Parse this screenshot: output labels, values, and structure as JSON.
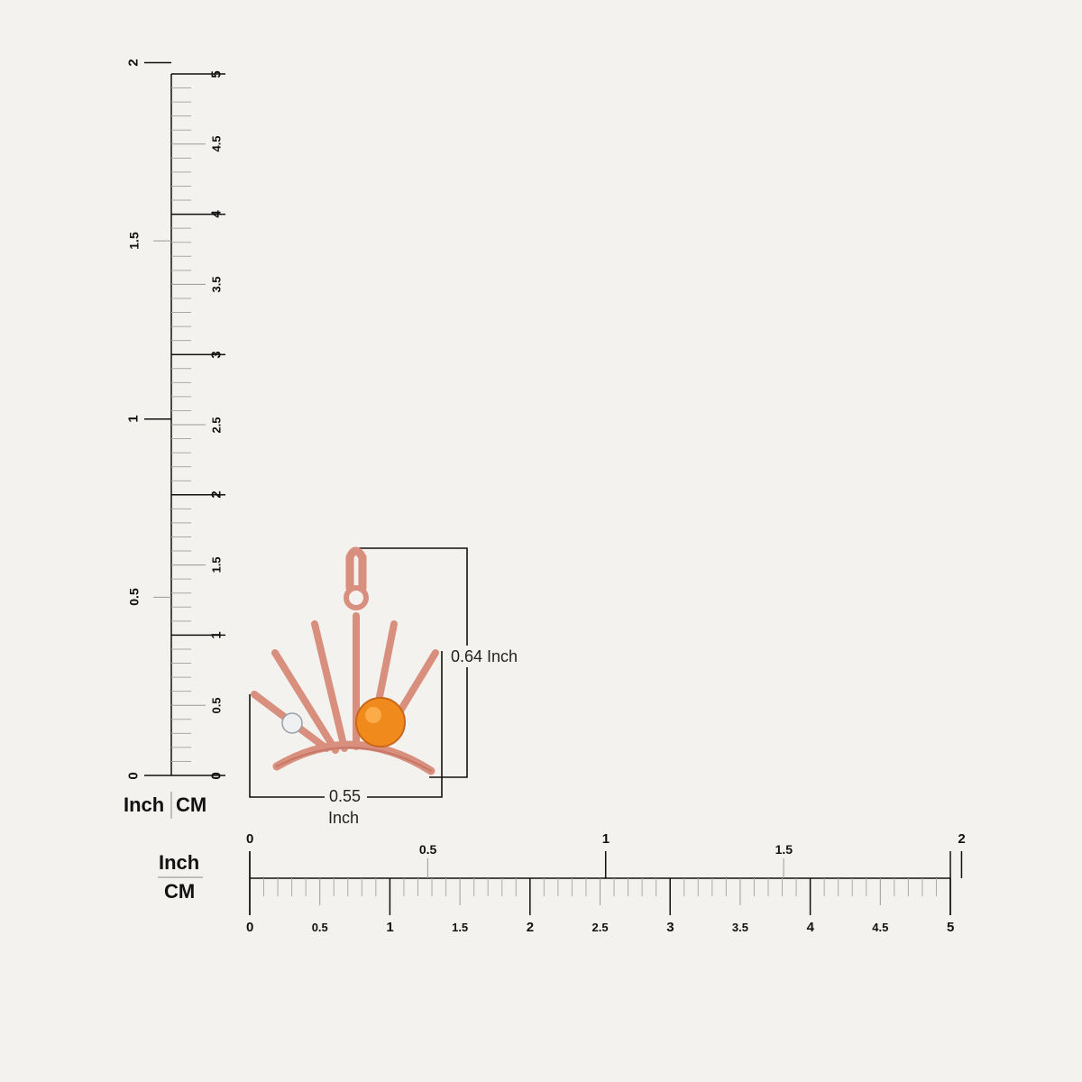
{
  "vertical_ruler": {
    "inch_ticks": [
      "0",
      "0.5",
      "1",
      "1.5",
      "2"
    ],
    "cm_ticks": [
      "0",
      "0.5",
      "1",
      "1.5",
      "2",
      "2.5",
      "3",
      "3.5",
      "4",
      "4.5",
      "5"
    ],
    "unit_inch": "Inch",
    "unit_cm": "CM"
  },
  "horizontal_ruler": {
    "inch_ticks": [
      "0",
      "0.5",
      "1",
      "1.5",
      "2"
    ],
    "cm_ticks": [
      "0",
      "0.5",
      "1",
      "1.5",
      "2",
      "2.5",
      "3",
      "3.5",
      "4",
      "4.5",
      "5"
    ],
    "unit_inch": "Inch",
    "unit_cm": "CM"
  },
  "dimensions": {
    "height_label": "0.64 Inch",
    "width_label_value": "0.55",
    "width_label_unit": "Inch"
  },
  "product": {
    "metal_color": "#d98f7e",
    "metal_dark": "#b9675a",
    "center_stone_color": "#f08a1c",
    "accent_stone_color": "#eef0f2"
  }
}
